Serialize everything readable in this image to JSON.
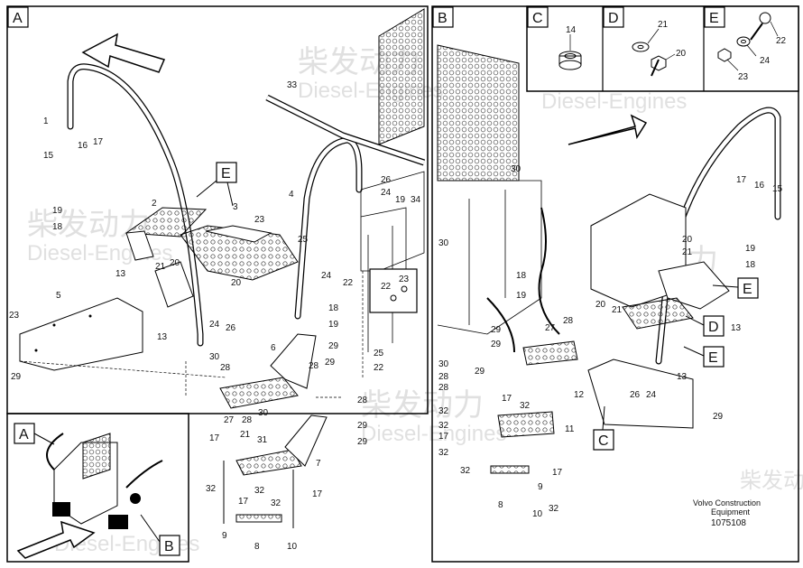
{
  "watermark": {
    "brand_cn": "柴发动力",
    "brand_en": "Diesel-Engines"
  },
  "panels": {
    "A": "A",
    "B": "B",
    "C": "C",
    "D": "D",
    "E": "E"
  },
  "detail_C": {
    "labels": [
      "14"
    ]
  },
  "detail_D": {
    "labels": [
      "21",
      "20"
    ]
  },
  "detail_E": {
    "labels": [
      "22",
      "24",
      "23"
    ]
  },
  "panel_A_labels": [
    "33",
    "1",
    "15",
    "16",
    "17",
    "19",
    "18",
    "2",
    "3",
    "23",
    "25",
    "4",
    "26",
    "24",
    "19",
    "34",
    "13",
    "21",
    "20",
    "24",
    "22",
    "5",
    "23",
    "13",
    "24",
    "26",
    "20",
    "22",
    "23",
    "29",
    "30",
    "28",
    "6",
    "18",
    "19",
    "29",
    "25",
    "22",
    "28",
    "29",
    "28",
    "27",
    "30",
    "29",
    "28",
    "29",
    "17",
    "21",
    "31",
    "7",
    "32",
    "32",
    "17",
    "17",
    "32",
    "9",
    "8",
    "10"
  ],
  "panel_B_labels": [
    "30",
    "30",
    "18",
    "19",
    "17",
    "16",
    "15",
    "19",
    "18",
    "20",
    "21",
    "13",
    "20",
    "21",
    "29",
    "28",
    "29",
    "27",
    "30",
    "28",
    "29",
    "32",
    "17",
    "32",
    "12",
    "26",
    "24",
    "13",
    "29",
    "28",
    "32",
    "11",
    "17",
    "32",
    "17",
    "32",
    "8",
    "10",
    "32",
    "9"
  ],
  "overview_labels": {
    "A": "A",
    "B": "B"
  },
  "credit": {
    "line1": "Volvo Construction",
    "line2": "Equipment",
    "number": "1075108"
  }
}
